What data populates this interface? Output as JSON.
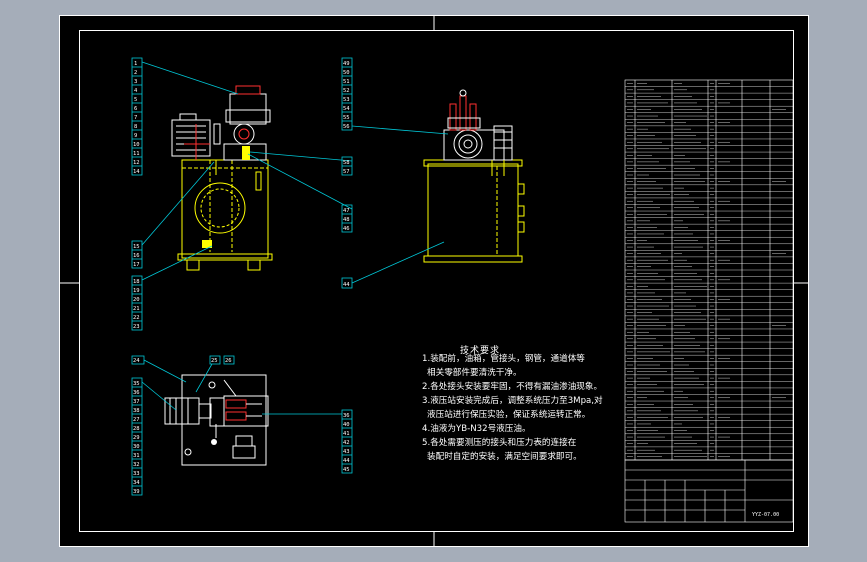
{
  "drawing": {
    "tech_title": "技术要求",
    "tech_lines": [
      "1.装配前，油箱，管接头，钢管，通道体等",
      "相关零部件要清洗干净。",
      "2.各处接头安装要牢固，不得有漏油渗油现象。",
      "3.液压站安装完成后，调整系统压力至3Mpa,对",
      "液压站进行保压实验，保证系统运转正常。",
      "4.油液为YB-N32号液压油。",
      "5.各处需要测压的接头和压力表的连接在",
      "装配时自定的安装，满足空间要求即可。"
    ],
    "drawing_no": "YYZ-07.00",
    "colors": {
      "background": "#a5adb9",
      "sheet": "#000000",
      "border": "#ffffff",
      "leader": "#00c8d8",
      "part": "#ffff00",
      "detail": "#ff3030"
    }
  }
}
